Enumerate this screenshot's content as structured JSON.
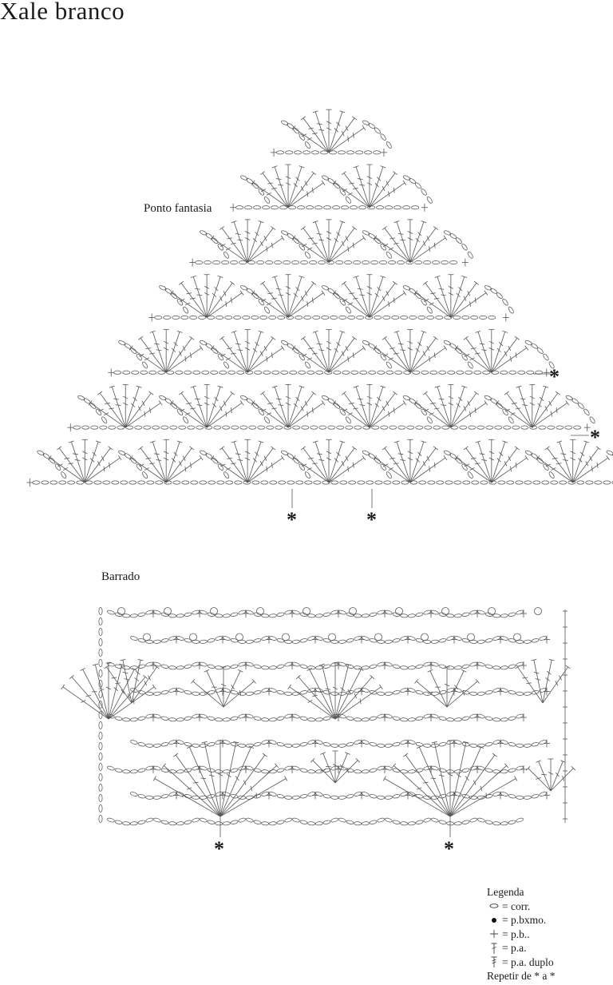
{
  "title": "Xale branco",
  "sections": {
    "top": {
      "label": "Ponto fantasia",
      "repeat_mark": "*"
    },
    "bottom": {
      "label": "Barrado",
      "repeat_mark": "*"
    }
  },
  "legend": {
    "heading": "Legenda",
    "items": [
      {
        "icon": "chain-oval-icon",
        "text": "= corr."
      },
      {
        "icon": "slip-stitch-dot-icon",
        "text": "= p.bxmo."
      },
      {
        "icon": "single-crochet-cross-icon",
        "text": "= p.b.."
      },
      {
        "icon": "double-crochet-icon",
        "text": "= p.a."
      },
      {
        "icon": "treble-crochet-icon",
        "text": "= p.a. duplo"
      }
    ],
    "repeat_note": "Repetir de * a *"
  },
  "colors": {
    "ink": "#1a1a1a",
    "line": "#555555",
    "background": "#ffffff"
  }
}
